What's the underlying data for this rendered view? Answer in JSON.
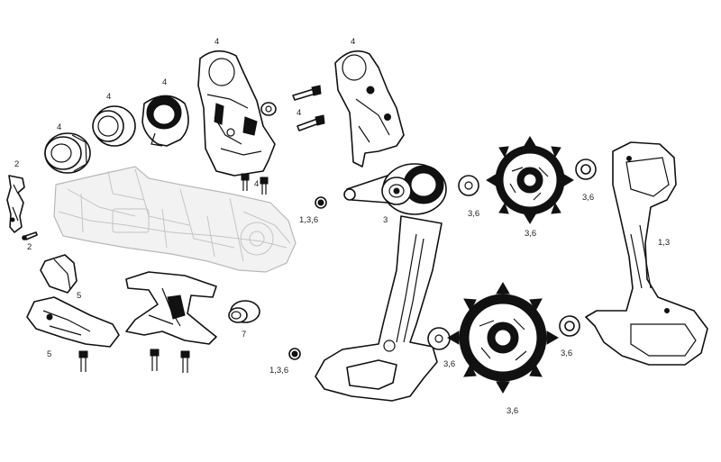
{
  "callouts": {
    "derailleur_cage_upper": "4",
    "hanger_bracket": "4",
    "ring": "4",
    "bushing": "4",
    "plug": "4",
    "bolts_upper": "4",
    "bolts_lower": "4",
    "left_bracket": "2",
    "small_screw": "2",
    "cover_a": "5",
    "cover_b": "5",
    "cage_mount": "7",
    "pivot": "3",
    "top_bolt": "1,3,6",
    "bottom_bolt": "1,3,6",
    "upper_pulley": "3,6",
    "upper_washer_left": "3,6",
    "upper_washer_right": "3,6",
    "lower_pulley": "3,6",
    "lower_washer_left": "3,6",
    "lower_washer_right": "3,6",
    "outer_cage_plate": "1,3"
  }
}
